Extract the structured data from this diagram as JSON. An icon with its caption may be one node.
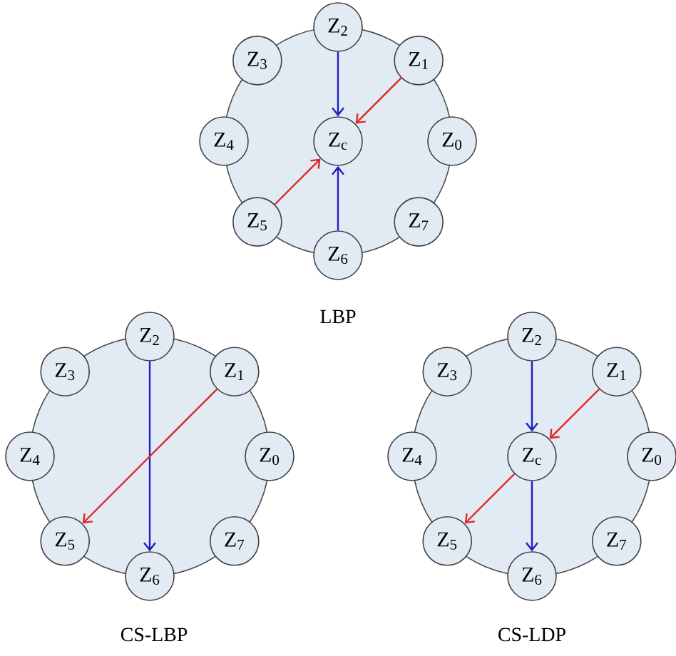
{
  "diagram": {
    "nodes": [
      {
        "text": [],
        "shape": "circle"
      },
      {
        "text": [
          "Z$_{2}$"
        ],
        "in": 0
      },
      {
        "text": [
          "Z$_{3}$"
        ],
        "in": 0
      },
      {
        "text": [
          "Z$_{1}$"
        ],
        "in": 0
      },
      {
        "text": [
          "Z$_{4}$"
        ],
        "in": 0
      },
      {
        "text": [
          "Z$_{c}$"
        ],
        "in": 0
      },
      {
        "text": [
          "Z$_{0}$"
        ],
        "in": 0
      },
      {
        "text": [
          "Z$_{5}$"
        ],
        "in": 0
      },
      {
        "text": [
          "Z$_{7}$"
        ],
        "in": 0
      },
      {
        "text": [
          "Z$_{6}$"
        ],
        "in": 0
      },
      {
        "text": [],
        "shape": "circle"
      },
      {
        "text": [
          "Z$_{2}$"
        ],
        "in": 10
      },
      {
        "text": [
          "Z$_{3}$"
        ],
        "in": 10
      },
      {
        "text": [
          "Z$_{1}$"
        ],
        "in": 10
      },
      {
        "text": [
          "Z$_{4}$"
        ],
        "in": 10
      },
      {
        "text": [
          "Z$_{0}$"
        ],
        "in": 10
      },
      {
        "text": [
          "Z$_{5}$"
        ],
        "in": 10
      },
      {
        "text": [
          "Z$_{7}$"
        ],
        "in": 10
      },
      {
        "text": [
          "Z$_{6}$"
        ],
        "in": 10
      },
      {
        "text": [],
        "shape": "circle"
      },
      {
        "text": [
          "Z$_{2}$"
        ],
        "in": 19
      },
      {
        "text": [
          "Z$_{3}$"
        ],
        "in": 19
      },
      {
        "text": [
          "Z$_{1}$"
        ],
        "in": 19
      },
      {
        "text": [
          "Z$_{4}$"
        ],
        "in": 19
      },
      {
        "text": [
          "Z$_{c}$"
        ],
        "in": 19
      },
      {
        "text": [
          "Z$_{0}$"
        ],
        "in": 19
      },
      {
        "text": [
          "Z$_{5}$"
        ],
        "in": 19
      },
      {
        "text": [
          "Z$_{7}$"
        ],
        "in": 19
      },
      {
        "text": [
          "Z$_{6}$"
        ],
        "in": 19
      }
    ],
    "edges": [
      {
        "from": 1,
        "to": 5,
        "arrow": "to",
        "color": "#1e1ec8"
      },
      {
        "from": 3,
        "to": 5,
        "arrow": "to",
        "color": "#e02828"
      },
      {
        "from": 7,
        "to": 5,
        "arrow": "to",
        "color": "#e02828"
      },
      {
        "from": 9,
        "to": 5,
        "arrow": "to",
        "color": "#1e1ec8"
      },
      {
        "from": 11,
        "to": 18,
        "arrow": "to",
        "color": "#1e1ec8"
      },
      {
        "from": 13,
        "to": 16,
        "arrow": "to",
        "color": "#e02828"
      },
      {
        "from": 20,
        "to": 24,
        "arrow": "to",
        "color": "#1e1ec8"
      },
      {
        "from": 22,
        "to": 24,
        "arrow": "to",
        "color": "#e02828"
      },
      {
        "from": 24,
        "to": 26,
        "arrow": "to",
        "color": "#e02828"
      },
      {
        "from": 24,
        "to": 28,
        "arrow": "to",
        "color": "#1e1ec8"
      }
    ],
    "labels": [
      "LBP",
      "CS-LBP",
      "CS-LDP"
    ]
  }
}
